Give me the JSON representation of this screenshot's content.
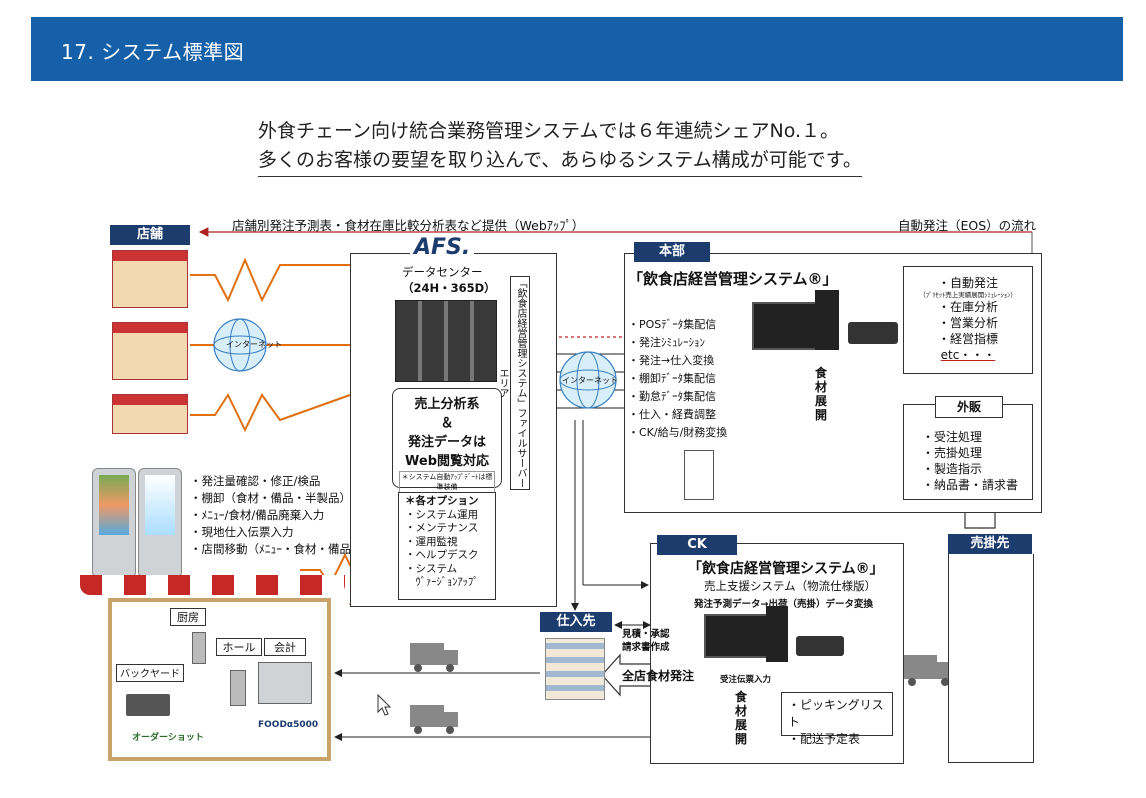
{
  "header": {
    "title": "17. システム標準図"
  },
  "intro": {
    "line1": "外食チェーン向け統合業務管理システムでは６年連続シェアNo.１。",
    "line2": "多くのお客様の要望を取り込んで、あらゆるシステム構成が可能です。"
  },
  "top_flow": {
    "left_label": "店舗別発注予測表・食材在庫比較分析表など提供（Webｱｯﾌﾟ）",
    "right_label": "自動発注（EOS）の流れ"
  },
  "store": {
    "label": "店舗",
    "internet_label": "インターネット",
    "handheld_features": [
      "・発注量確認・修正/検品",
      "・棚卸（食材・備品・半製品）入力",
      "・ﾒﾆｭｰ/食材/備品廃棄入力",
      "・現地仕入伝票入力",
      "・店間移動（ﾒﾆｭｰ・食材・備品・半製品）"
    ],
    "rooms": {
      "kitchen": "厨房",
      "hall": "ホール",
      "checkout": "会計",
      "backyard": "バックヤード"
    },
    "logo_order": "オーダーショット",
    "logo_pos": "FOODα5000"
  },
  "datacenter": {
    "logo": "AFS.",
    "title_line1": "データセンター",
    "title_line2": "（24H・365D）",
    "file_server_area": "「飲食店経営管理システム」ファイルサーバーエリア",
    "web_box_line1": "売上分析系",
    "web_box_line2": "＆",
    "web_box_line3": "発注データは",
    "web_box_line4": "Web閲覧対応",
    "web_box_note": "＊システム自動ｱｯﾌﾟﾃﾞｰﾄは標準装備",
    "options_title": "＊各オプション",
    "options": [
      "・システム運用",
      "・メンテナンス",
      "・運用監視",
      "・ヘルプデスク",
      "・システム",
      "　ｳﾞｧｰｼﾞｮﾝｱｯﾌﾟ"
    ],
    "internet_label": "インターネット"
  },
  "hq": {
    "label": "本部",
    "system_name": "「飲食店経営管理システム®」",
    "flows": [
      "・POSﾃﾞｰﾀ集配信",
      "・発注ｼﾐｭﾚｰｼｮﾝ",
      "・発注→仕入変換",
      "・棚卸ﾃﾞｰﾀ集配信",
      "・勤怠ﾃﾞｰﾀ集配信",
      "・仕入・経費調整",
      "・CK/給与/財務変換"
    ],
    "arrow_label": "食材展開",
    "auto_order": [
      "・自動発注",
      "（ﾌﾟﾘｾｯﾄ売上実績展開ｼﾐｭﾚｰｼｮﾝ）",
      "・在庫分析",
      "・営業分析",
      "・経営指標",
      "etc・・・"
    ],
    "external_title": "外販",
    "external_items": [
      "・受注処理",
      "・売掛処理",
      "・製造指示",
      "・納品書・請求書"
    ]
  },
  "ck": {
    "label": "CK",
    "system_name": "「飲食店経営管理システム®」",
    "subtitle": "売上支援システム（物流仕様版）",
    "conversion": "発注予測データ→出荷（売掛）データ変換",
    "slip_input": "受注伝票入力",
    "arrow_label": "食材展開",
    "shipping_items": [
      "・ピッキングリスト",
      "・配送予定表"
    ],
    "all_store_order": "全店食材発注"
  },
  "supplier": {
    "label": "仕入先",
    "note_line1": "見積・承認",
    "note_line2": "請求書作成"
  },
  "receivables": {
    "label": "売掛先"
  }
}
